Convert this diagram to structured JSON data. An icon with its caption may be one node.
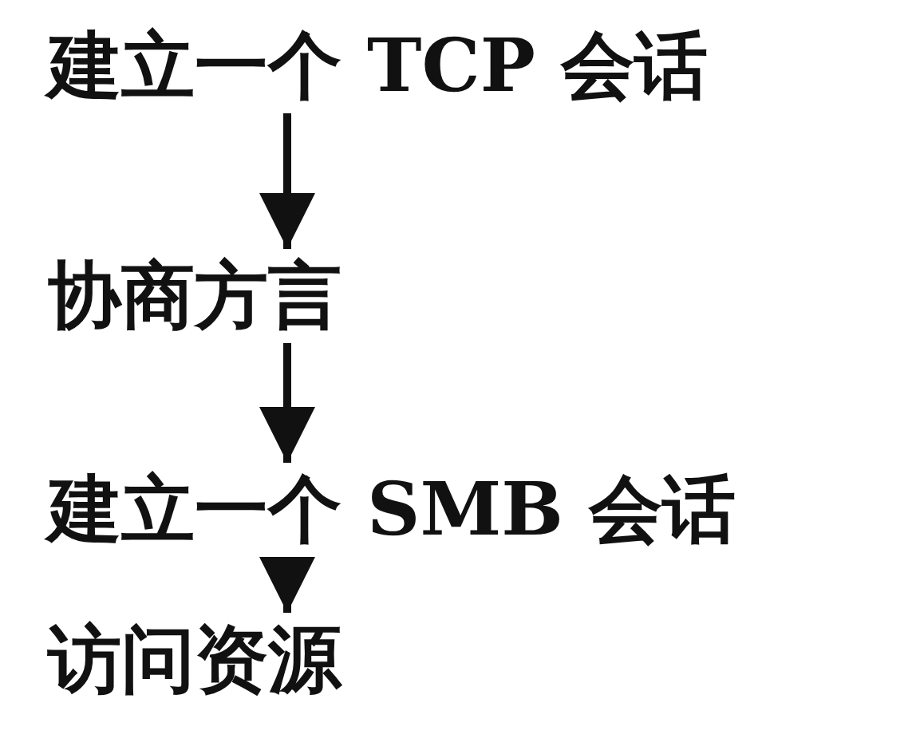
{
  "diagram": {
    "nodes": [
      {
        "text": [
          "建立一个 TCP 会话"
        ]
      },
      {
        "text": [
          "协商方言"
        ]
      },
      {
        "text": [
          "建立一个 SMB 会话"
        ]
      },
      {
        "text": [
          "访问资源"
        ]
      }
    ],
    "edges": [
      {
        "from": 0,
        "to": 1,
        "arrow": "to"
      },
      {
        "from": 1,
        "to": 2,
        "arrow": "to"
      },
      {
        "from": 2,
        "to": 3,
        "arrow": "to"
      }
    ]
  }
}
